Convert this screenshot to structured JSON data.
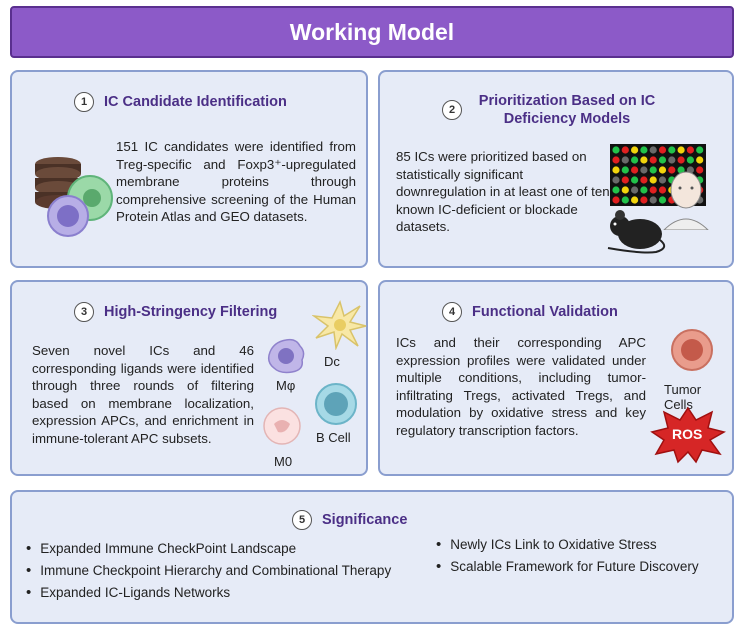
{
  "header": {
    "title": "Working Model"
  },
  "panels": [
    {
      "num": "1",
      "title": "IC Candidate Identification",
      "text": "151 IC candidates were identified from Treg-specific and Foxp3⁺-upregulated membrane proteins through comprehensive screening of the Human Protein Atlas and GEO datasets."
    },
    {
      "num": "2",
      "title": "Prioritization Based on IC Deficiency Models",
      "text": "85 ICs were prioritized based on statistically significant downregulation in at least one of ten known IC-deficient or blockade datasets."
    },
    {
      "num": "3",
      "title": "High-Stringency Filtering",
      "text": "Seven novel ICs and 46 corresponding ligands were identified through three rounds of filtering based on membrane localization, expression APCs, and enrichment in immune-tolerant APC subsets."
    },
    {
      "num": "4",
      "title": "Functional Validation",
      "text": "ICs and their corresponding APC expression profiles were validated under multiple conditions, including tumor-infiltrating Tregs, activated Tregs, and modulation by oxidative stress and key regulatory transcription factors."
    },
    {
      "num": "5",
      "title": "Significance"
    }
  ],
  "cell_labels": {
    "mphi": "Mφ",
    "dc": "Dc",
    "bcell": "B Cell",
    "m0": "M0"
  },
  "tumor_label": "Tumor Cells",
  "ros_label": "ROS",
  "significance": {
    "left": [
      "Expanded Immune CheckPoint Landscape",
      "Immune Checkpoint Hierarchy and Combinational Therapy",
      "Expanded IC-Ligands Networks"
    ],
    "right": [
      "Newly ICs Link to Oxidative Stress",
      "Scalable Framework for Future Discovery"
    ]
  },
  "heatmap_colors": [
    "#6a6a6a",
    "#22c24a",
    "#e02020",
    "#f2d40c"
  ]
}
